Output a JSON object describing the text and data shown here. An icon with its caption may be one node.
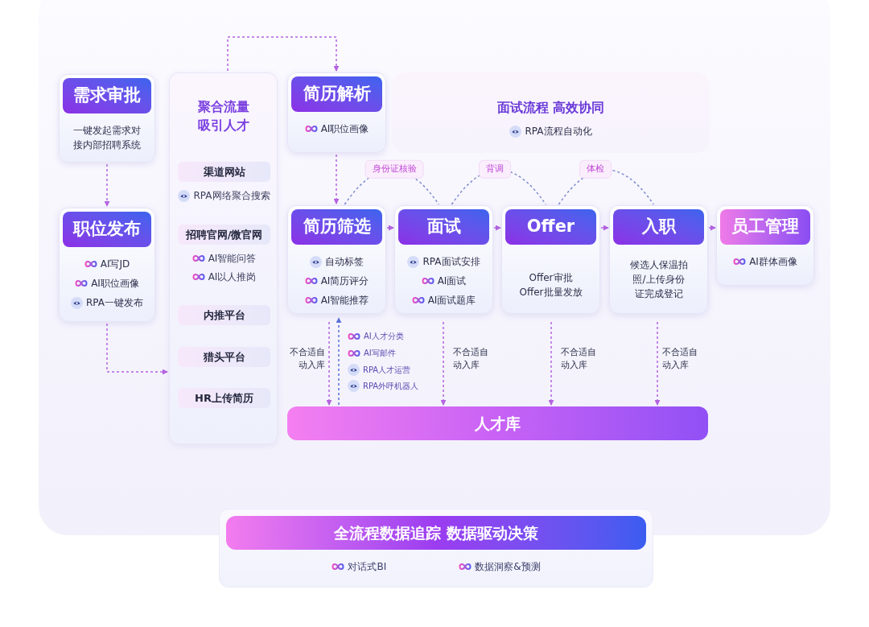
{
  "diagram": {
    "nodes": [
      {
        "text": [
          "需求审批",
          "一键发起需求对接内部招聘系统"
        ]
      },
      {
        "text": [
          "职位发布",
          "AI写JD",
          "AI职位画像",
          "RPA一键发布"
        ]
      },
      {
        "text": [
          "聚合流量吸引人才"
        ]
      },
      {
        "text": [
          "渠道网站"
        ],
        "in": 2,
        "beside": [
          "RPA网络聚合搜索"
        ]
      },
      {
        "text": [
          "招聘官网/微官网"
        ],
        "in": 2,
        "beside": [
          "AI智能问答",
          "AI以人推岗"
        ]
      },
      {
        "text": [
          "内推平台"
        ],
        "in": 2
      },
      {
        "text": [
          "猎头平台"
        ],
        "in": 2
      },
      {
        "text": [
          "HR上传简历"
        ],
        "in": 2
      },
      {
        "text": [
          "简历解析",
          "AI职位画像"
        ]
      },
      {
        "text": [
          "面试流程 高效协同",
          "RPA流程自动化"
        ]
      },
      {
        "text": [
          "简历筛选",
          "自动标签",
          "AI简历评分",
          "AI智能推荐"
        ]
      },
      {
        "text": [
          "面试",
          "RPA面试安排",
          "AI面试",
          "AI面试题库"
        ]
      },
      {
        "text": [
          "Offer",
          "Offer审批 Offer批量发放"
        ]
      },
      {
        "text": [
          "入职",
          "候选人保温拍照/上传身份证完成登记"
        ]
      },
      {
        "text": [
          "员工管理",
          "AI群体画像"
        ]
      },
      {
        "text": [
          "人才库"
        ]
      },
      {
        "text": [
          "全流程数据追踪 数据驱动决策",
          "对话式BI",
          "数据洞察&预测"
        ]
      }
    ],
    "edges": [
      {
        "from": 0,
        "to": 1,
        "arrow": "to",
        "style": "dashed"
      },
      {
        "from": 1,
        "to": 2,
        "arrow": "to",
        "style": "dashed"
      },
      {
        "from": 2,
        "to": 8,
        "arrow": "to",
        "style": "dashed"
      },
      {
        "from": 8,
        "to": 10,
        "arrow": "to",
        "style": "dashed"
      },
      {
        "from": 10,
        "to": 11,
        "arrow": "to",
        "style": "dashed"
      },
      {
        "from": 11,
        "to": 12,
        "arrow": "to",
        "style": "dashed"
      },
      {
        "from": 12,
        "to": 13,
        "arrow": "to",
        "style": "dashed"
      },
      {
        "from": 13,
        "to": 14,
        "arrow": "to",
        "style": "dashed"
      },
      {
        "from": 10,
        "to": 15,
        "arrow": "to",
        "style": "dashed",
        "label": "不合适自动入库"
      },
      {
        "from": 15,
        "to": 10,
        "arrow": "to",
        "style": "dashed",
        "color": "#5b6fd8"
      },
      {
        "from": 11,
        "to": 15,
        "arrow": "to",
        "style": "dashed",
        "label": "不合适自动入库"
      },
      {
        "from": 12,
        "to": 15,
        "arrow": "to",
        "style": "dashed",
        "label": "不合适自动入库"
      },
      {
        "from": 13,
        "to": 15,
        "arrow": "to",
        "style": "dashed",
        "label": "不合适自动入库"
      },
      {
        "from": 10,
        "to": 11,
        "arrow": "none",
        "style": "dashed",
        "color": "#7f8ccc",
        "label": "身份证核验"
      },
      {
        "from": 11,
        "to": 12,
        "arrow": "none",
        "style": "dashed",
        "color": "#7f8ccc",
        "label": "背调"
      },
      {
        "from": 12,
        "to": 13,
        "arrow": "none",
        "style": "dashed",
        "color": "#7f8ccc",
        "label": "体检"
      }
    ],
    "labels": [
      "AI人才分类",
      "AI写邮件",
      "RPA人才运营",
      "RPA外呼机器人"
    ]
  }
}
